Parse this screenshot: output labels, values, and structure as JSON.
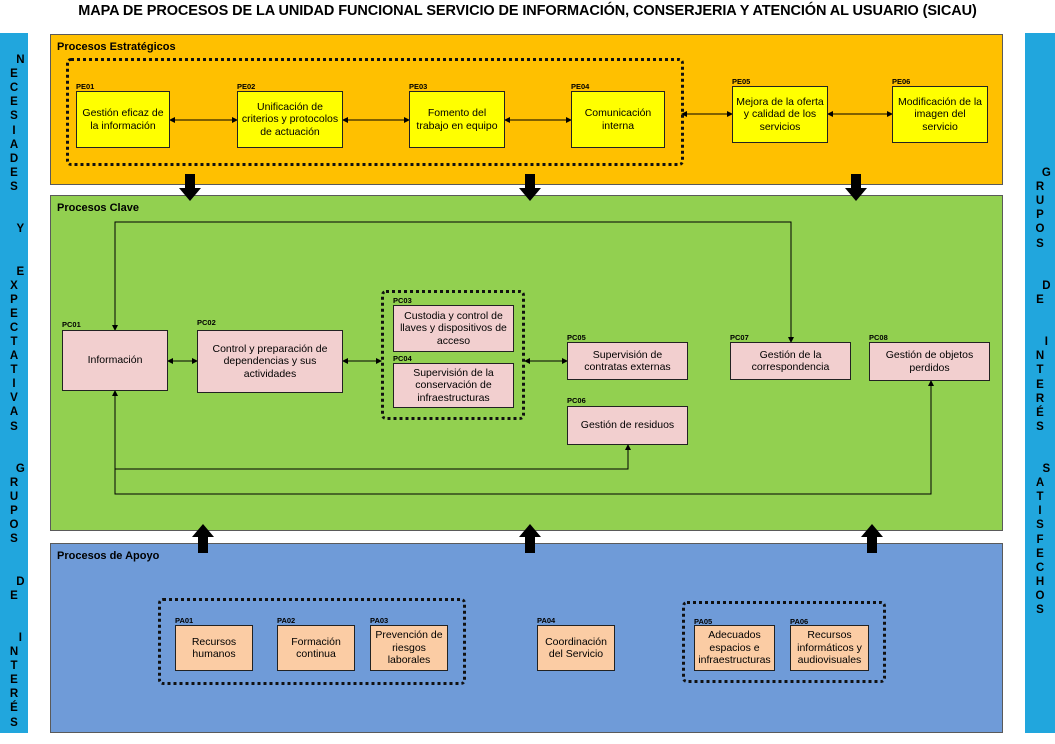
{
  "title": "MAPA DE PROCESOS DE LA UNIDAD FUNCIONAL SERVICIO DE INFORMACIÓN, CONSERJERIA Y ATENCIÓN AL USUARIO (SICAU)",
  "left_bar": {
    "words": [
      "NECESIADES",
      "Y",
      "EXPECTATIVAS",
      "GRUPOS",
      "DE",
      "INTERÉS"
    ]
  },
  "right_bar": {
    "words": [
      "GRUPOS",
      "DE",
      "INTERÉS",
      "SATISFECHOS"
    ]
  },
  "strategic": {
    "title": "Procesos Estratégicos",
    "color": "#ffc000",
    "processes": [
      {
        "code": "PE01",
        "label": "Gestión eficaz de la información"
      },
      {
        "code": "PE02",
        "label": "Unificación de criterios y protocolos de actuación"
      },
      {
        "code": "PE03",
        "label": "Fomento del trabajo en equipo"
      },
      {
        "code": "PE04",
        "label": "Comunicación interna"
      },
      {
        "code": "PE05",
        "label": "Mejora de la oferta y calidad de los servicios"
      },
      {
        "code": "PE06",
        "label": "Modificación de la imagen del servicio"
      }
    ]
  },
  "key": {
    "title": "Procesos Clave",
    "color": "#92d050",
    "processes": [
      {
        "code": "PC01",
        "label": "Información"
      },
      {
        "code": "PC02",
        "label": "Control y preparación de dependencias y sus actividades"
      },
      {
        "code": "PC03",
        "label": "Custodia y control de llaves y dispositivos de acceso"
      },
      {
        "code": "PC04",
        "label": "Supervisión de la conservación de infraestructuras"
      },
      {
        "code": "PC05",
        "label": "Supervisión de contratas externas"
      },
      {
        "code": "PC06",
        "label": "Gestión de residuos"
      },
      {
        "code": "PC07",
        "label": "Gestión de la correspondencia"
      },
      {
        "code": "PC08",
        "label": "Gestión de objetos perdidos"
      }
    ]
  },
  "support": {
    "title": "Procesos de Apoyo",
    "color": "#6f9bd8",
    "processes": [
      {
        "code": "PA01",
        "label": "Recursos humanos"
      },
      {
        "code": "PA02",
        "label": "Formación continua"
      },
      {
        "code": "PA03",
        "label": "Prevención de riesgos laborales"
      },
      {
        "code": "PA04",
        "label": "Coordinación del Servicio"
      },
      {
        "code": "PA05",
        "label": "Adecuados espacios e infraestructuras"
      },
      {
        "code": "PA06",
        "label": "Recursos informáticos y audiovisuales"
      }
    ]
  }
}
